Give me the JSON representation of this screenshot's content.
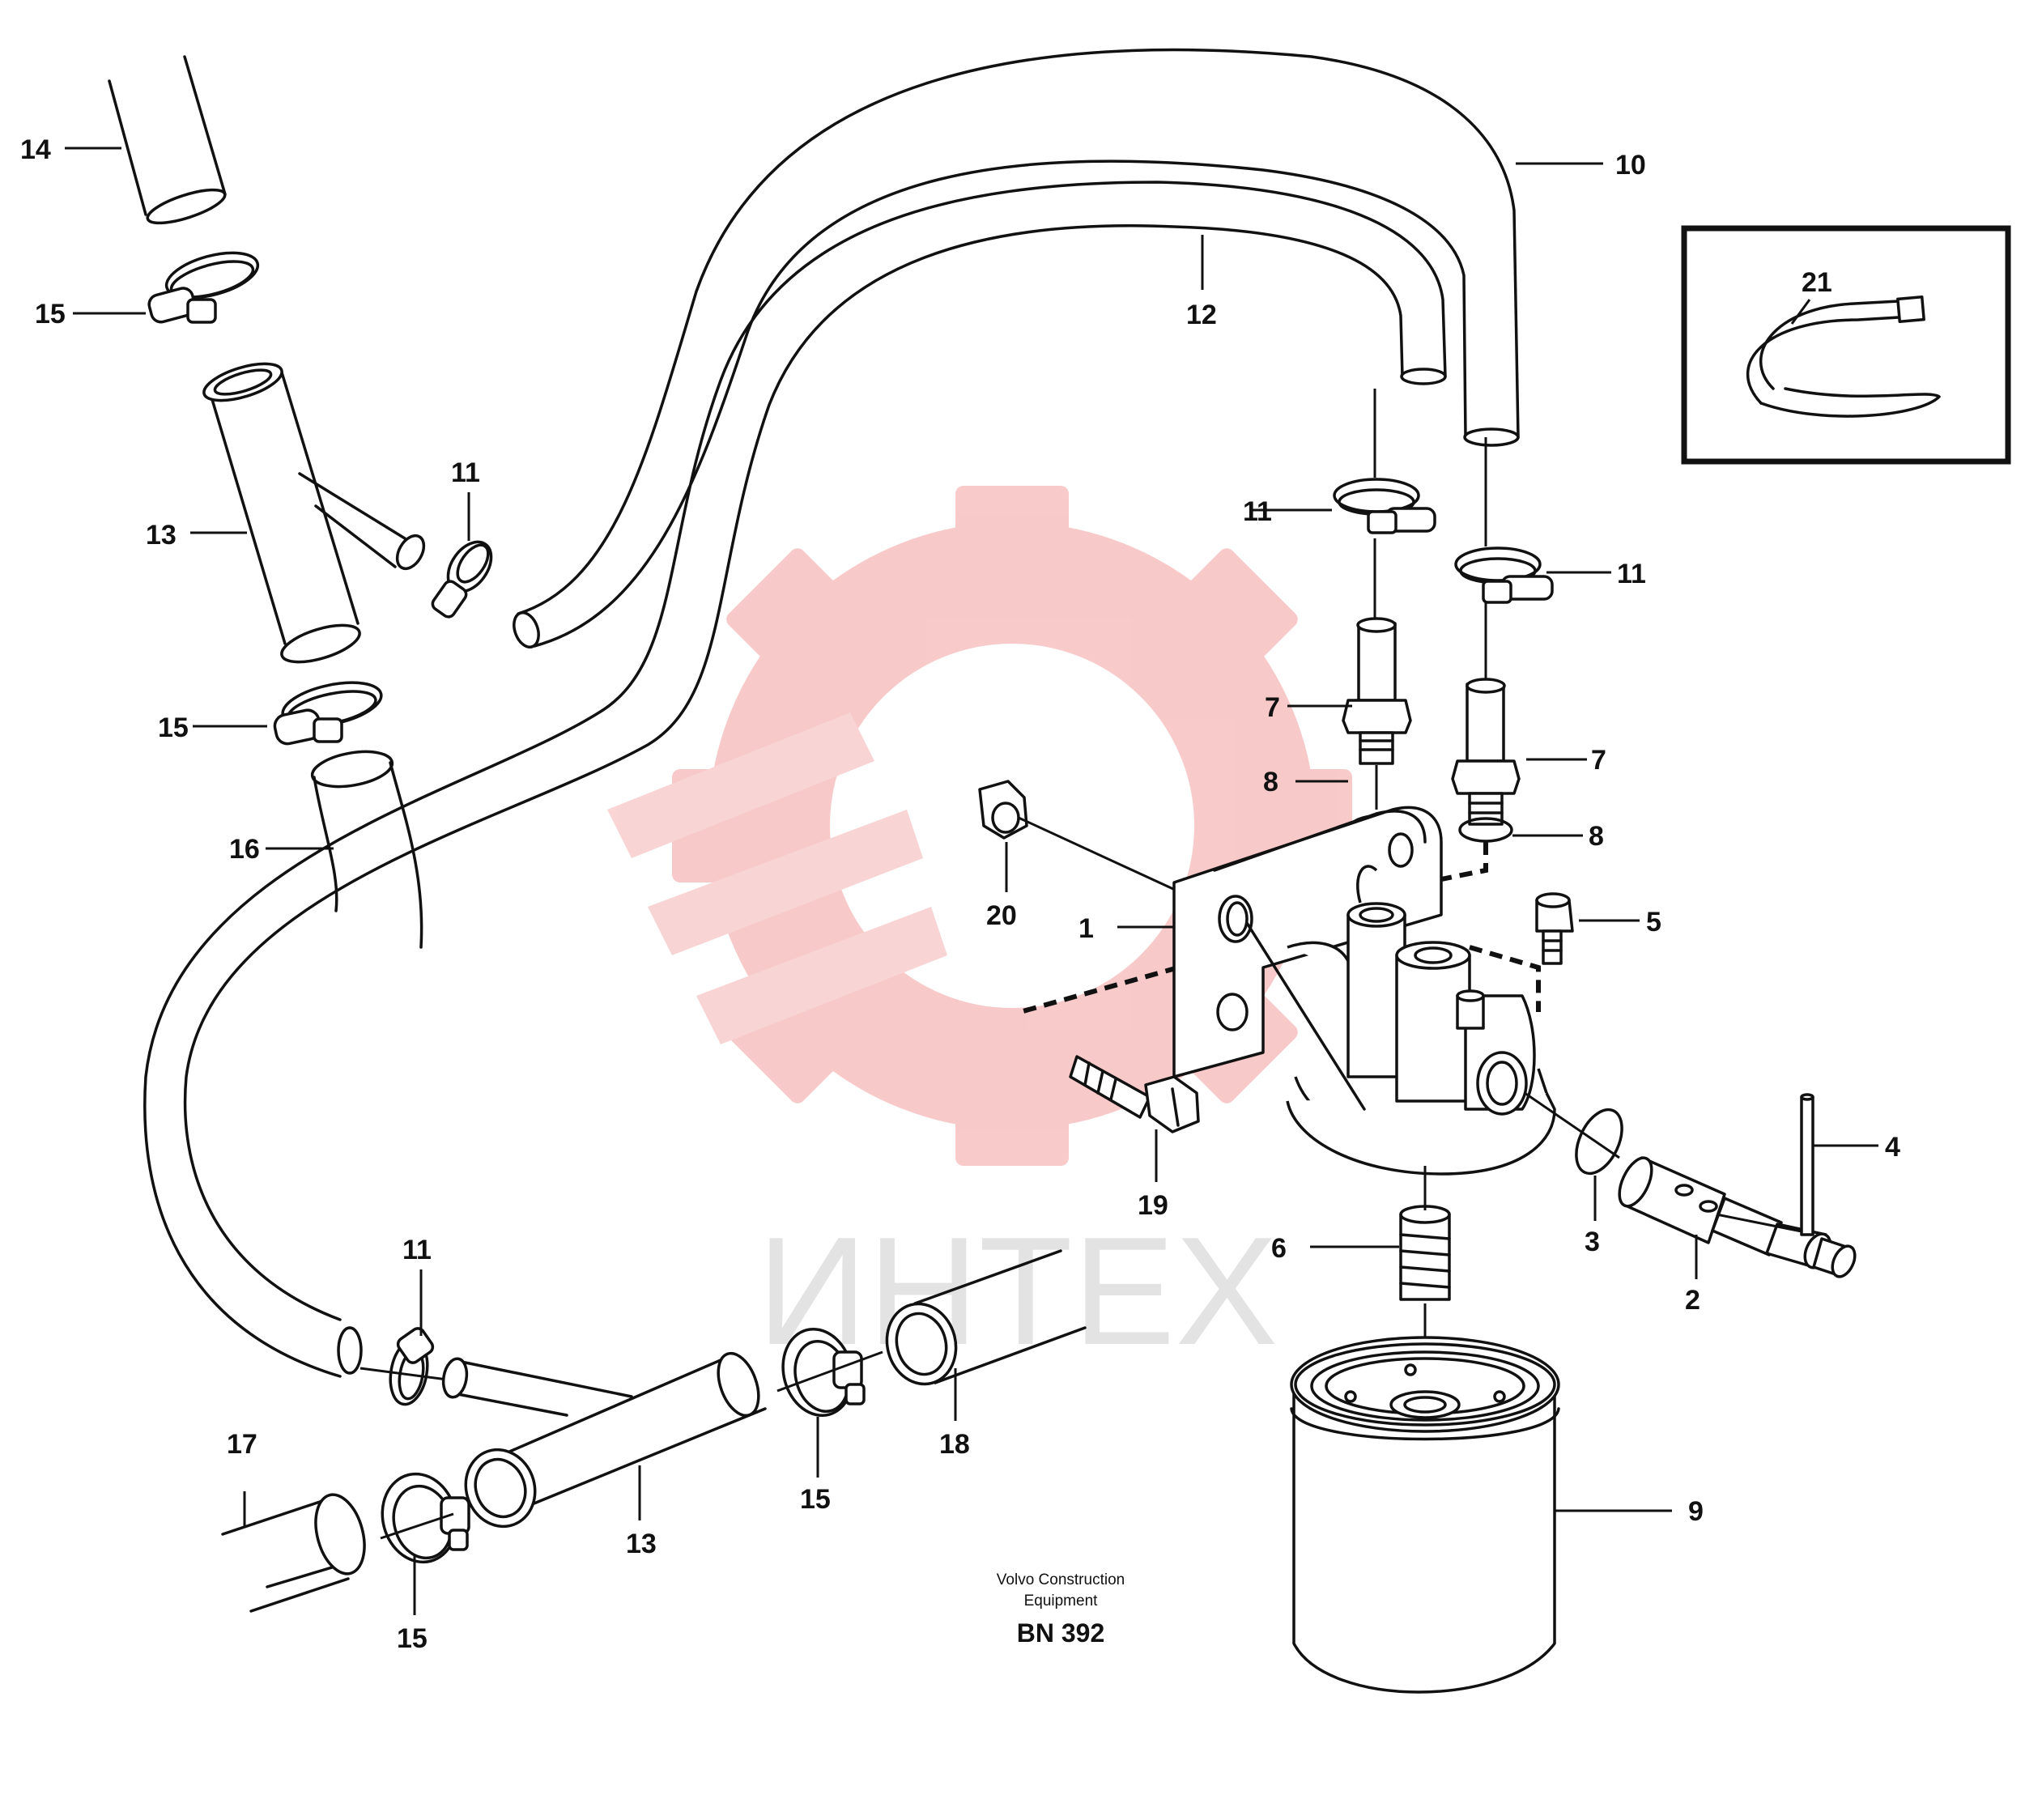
{
  "diagram": {
    "labels": {
      "l1": "1",
      "l2": "2",
      "l3": "3",
      "l4": "4",
      "l5": "5",
      "l6": "6",
      "l7a": "7",
      "l7b": "7",
      "l8a": "8",
      "l8b": "8",
      "l9": "9",
      "l10": "10",
      "l11a": "11",
      "l11b": "11",
      "l11c": "11",
      "l11d": "11",
      "l12": "12",
      "l13a": "13",
      "l13b": "13",
      "l14": "14",
      "l15a": "15",
      "l15b": "15",
      "l15c": "15",
      "l15d": "15",
      "l16": "16",
      "l17": "17",
      "l18": "18",
      "l19": "19",
      "l20": "20",
      "l21": "21"
    },
    "footer": {
      "line1": "Volvo Construction",
      "line2": "Equipment",
      "code": "BN 392"
    },
    "watermark": {
      "text": "ИНТЕХ",
      "gear_color": "#f6b8b8"
    }
  }
}
